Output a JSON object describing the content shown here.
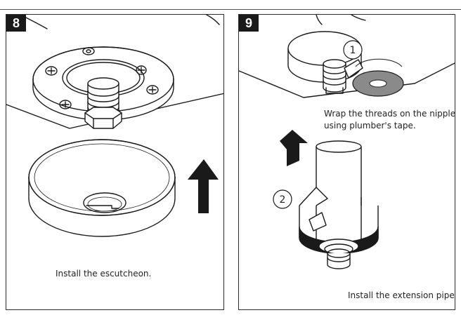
{
  "steps": [
    {
      "number": "8",
      "caption": "Install the escutcheon."
    },
    {
      "number": "9",
      "caption_lines": [
        "Wrap the threads on the nipple",
        "using plumber's tape."
      ],
      "callouts": [
        "1",
        "2"
      ],
      "caption_bottom": "Install the extension pipe."
    }
  ],
  "colors": {
    "ink": "#1a1a1a",
    "tape_gray": "#8a8a8a",
    "background": "#ffffff"
  }
}
